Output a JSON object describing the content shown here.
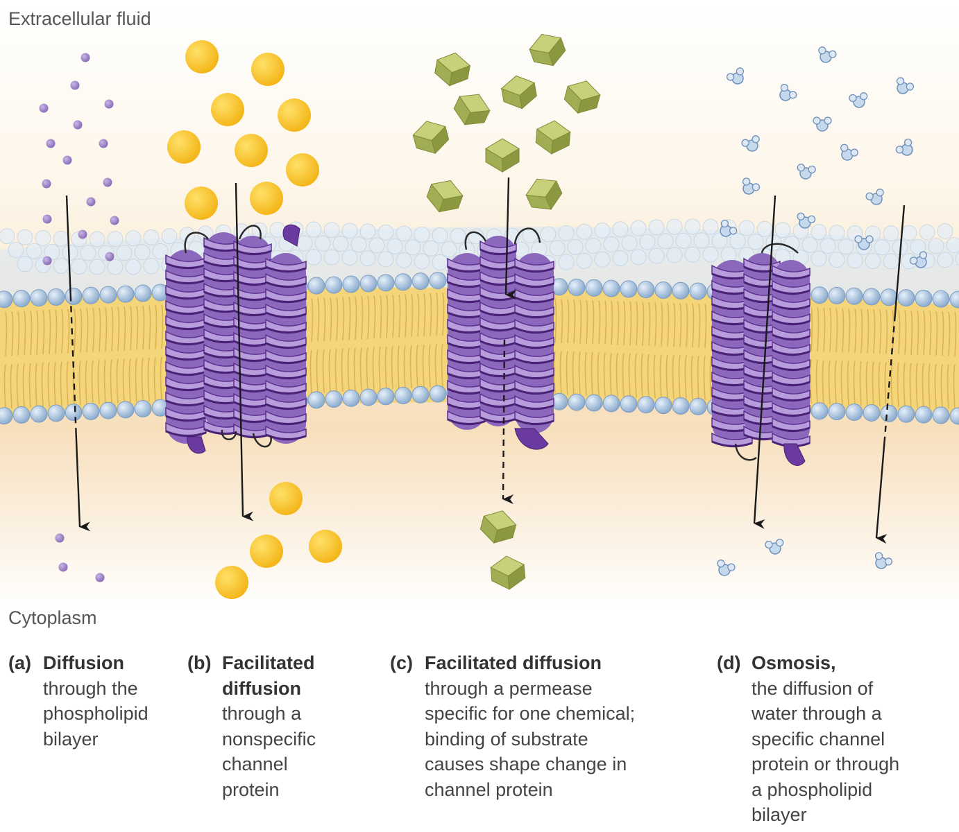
{
  "labels": {
    "top": "Extracellular fluid",
    "bottom": "Cytoplasm"
  },
  "captions": [
    {
      "letter": "(a)",
      "title": "Diffusion",
      "desc": "through the\nphospholipid\nbilayer"
    },
    {
      "letter": "(b)",
      "title": "Facilitated\ndiffusion",
      "desc": "through a\nnonspecific\nchannel\nprotein"
    },
    {
      "letter": "(c)",
      "title": "Facilitated diffusion",
      "desc": "through a permease\nspecific for one chemical;\nbinding of substrate\ncauses shape change in\nchannel protein"
    },
    {
      "letter": "(d)",
      "title": "Osmosis,",
      "desc": "the diffusion of\nwater through a\nspecific channel\nprotein or through\na phospholipid\nbilayer"
    }
  ],
  "colors": {
    "background_top": "#fdf4e6",
    "membrane_core": "#f4d57a",
    "head_blue": "#a9c4e0",
    "protein_purple": "#9b7bc4",
    "protein_dark": "#5d2f8e",
    "yellow_particle": "#f7c325",
    "green_cube": "#a7b45a",
    "small_purple": "#9a82c2",
    "water_blue": "#9ab6d8"
  }
}
